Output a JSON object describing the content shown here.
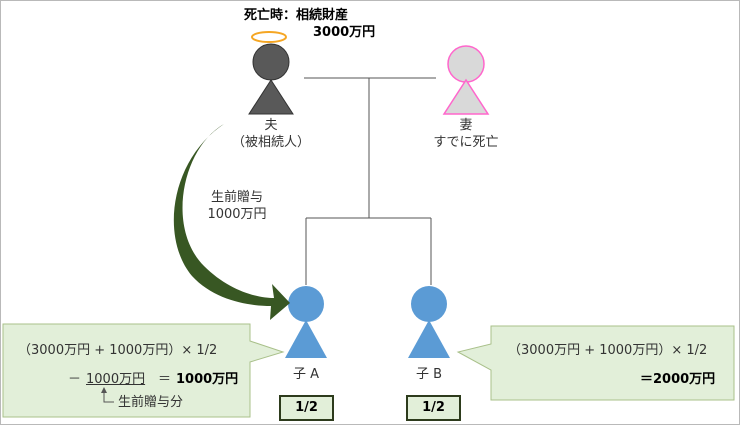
{
  "deceased": {
    "header_line1": "死亡時：相続財産",
    "header_line2": "3000万円",
    "name": "夫",
    "role": "（被相続人）"
  },
  "wife": {
    "name": "妻",
    "status": "すでに死亡"
  },
  "gift": {
    "line1": "生前贈与",
    "line2": "1000万円"
  },
  "child_a": {
    "label": "子 A",
    "share": "1/2"
  },
  "child_b": {
    "label": "子 B",
    "share": "1/2"
  },
  "callout_a": {
    "formula": "（3000万円 + 1000万円）× 1/2",
    "minus_sign": "－",
    "minus_amount": "1000万円",
    "equals": "＝",
    "result": "1000万円",
    "note": "生前贈与分"
  },
  "callout_b": {
    "formula": "（3000万円 + 1000万円）× 1/2",
    "result": "＝2000万円"
  },
  "colors": {
    "deceased": "#595959",
    "wife_fill": "#d9d9d9",
    "wife_outline": "#ff66cc",
    "halo": "#f5a623",
    "child": "#5b9bd5",
    "callout_fill": "#e2efd9",
    "callout_border": "#a9c08a",
    "arrow": "#385723"
  }
}
